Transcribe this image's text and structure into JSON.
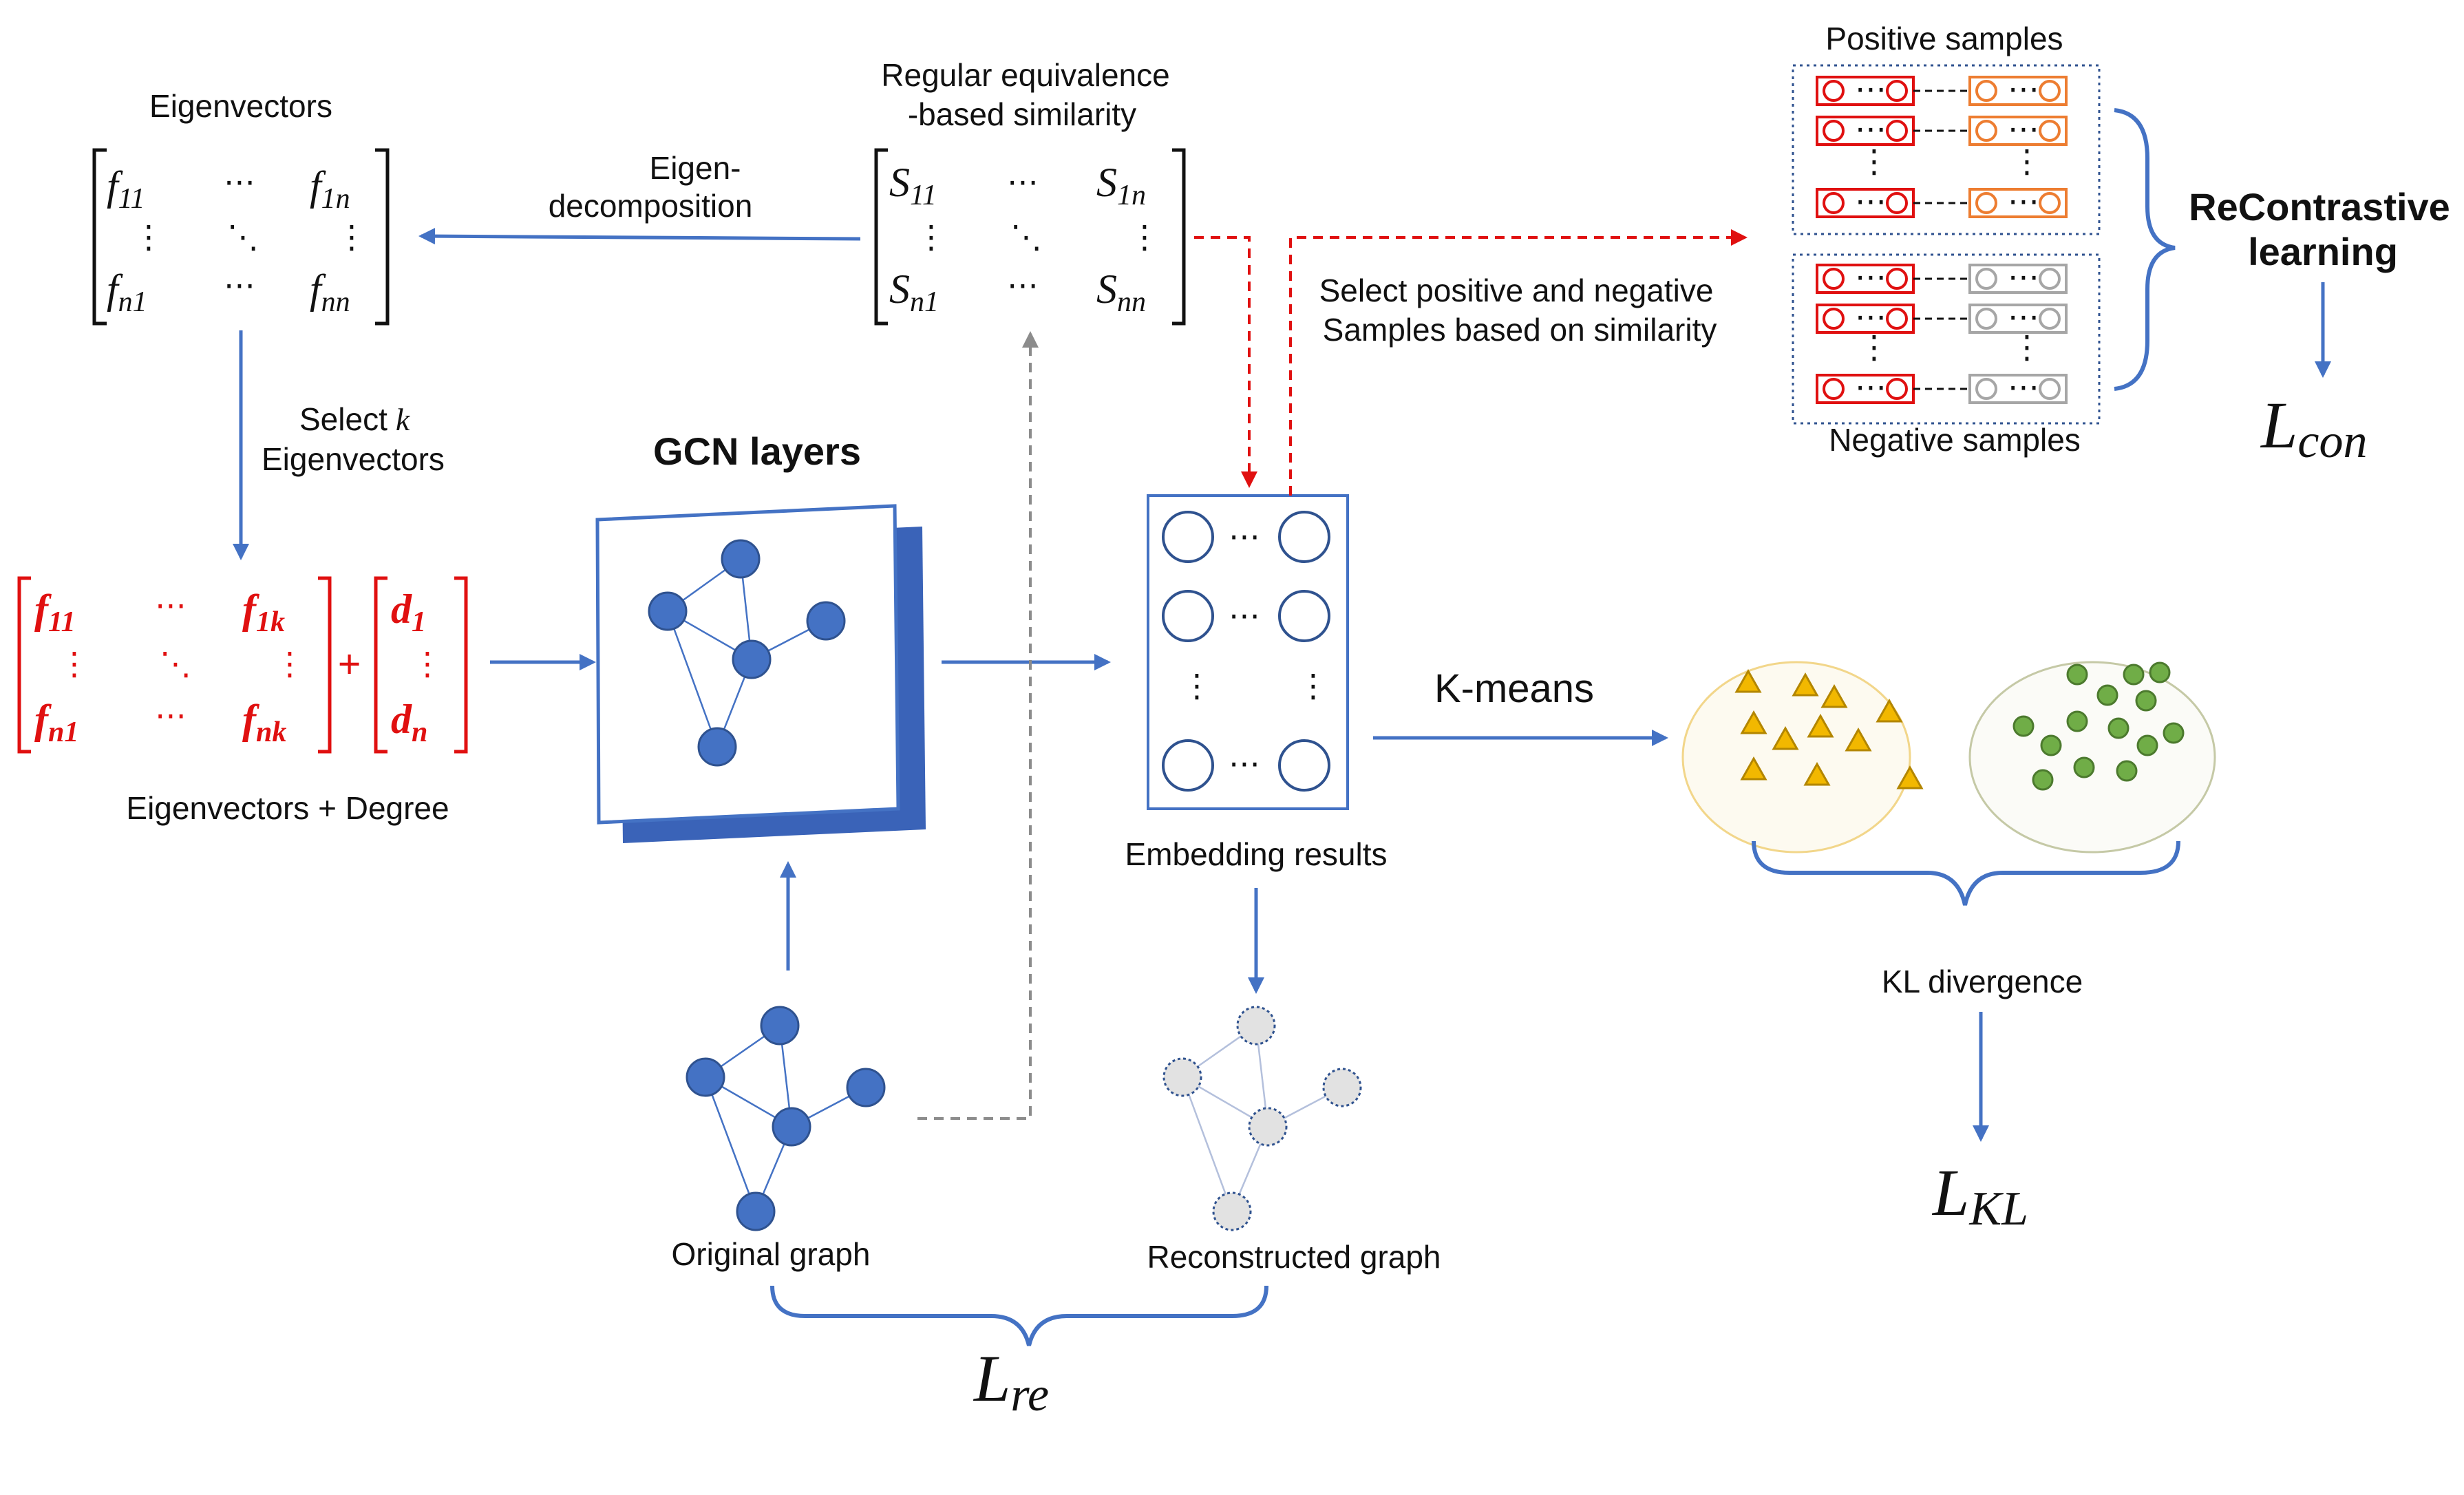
{
  "labels": {
    "eigenvectors_title": "Eigenvectors",
    "regular_line1": "Regular equivalence",
    "regular_line2": "-based similarity",
    "eigen_line1": "Eigen-",
    "eigen_line2": "decomposition",
    "select_k_line1": "Select",
    "select_k_var": "k",
    "select_k_line2": "Eigenvectors",
    "eig_degree": "Eigenvectors + Degree",
    "gcn_layers": "GCN layers",
    "select_pos_neg_line1": "Select positive and negative",
    "select_pos_neg_line2": "Samples based on similarity",
    "positive_samples": "Positive samples",
    "negative_samples": "Negative samples",
    "recontrastive_line1": "ReContrastive",
    "recontrastive_line2": "learning",
    "embedding_results": "Embedding results",
    "kmeans": "K-means",
    "kl_divergence": "KL divergence",
    "original_graph": "Original graph",
    "reconstructed_graph": "Reconstructed graph"
  },
  "losses": {
    "con": {
      "base": "L",
      "sub": "con"
    },
    "kl": {
      "base": "L",
      "sub": "KL"
    },
    "re": {
      "base": "L",
      "sub": "re"
    }
  },
  "matrices": {
    "f": {
      "sym": "f",
      "s11": "11",
      "s1n": "1n",
      "sn1": "n1",
      "snn": "nn"
    },
    "s": {
      "sym": "S",
      "s11": "11",
      "s1n": "1n",
      "sn1": "n1",
      "snn": "nn"
    },
    "fk": {
      "sym": "f",
      "s11": "11",
      "s1k": "1k",
      "sn1": "n1",
      "snk": "nk"
    },
    "d": {
      "sym": "d",
      "s1": "1",
      "sn": "n"
    },
    "plus": "+"
  },
  "colors": {
    "arrow_blue": "#4472c4",
    "node_blue": "#4472c4",
    "red": "#e01010",
    "orange": "#ed7d31",
    "gray": "#a6a6a6",
    "triangle": "#f2b800",
    "green_dot": "#70ad47"
  }
}
